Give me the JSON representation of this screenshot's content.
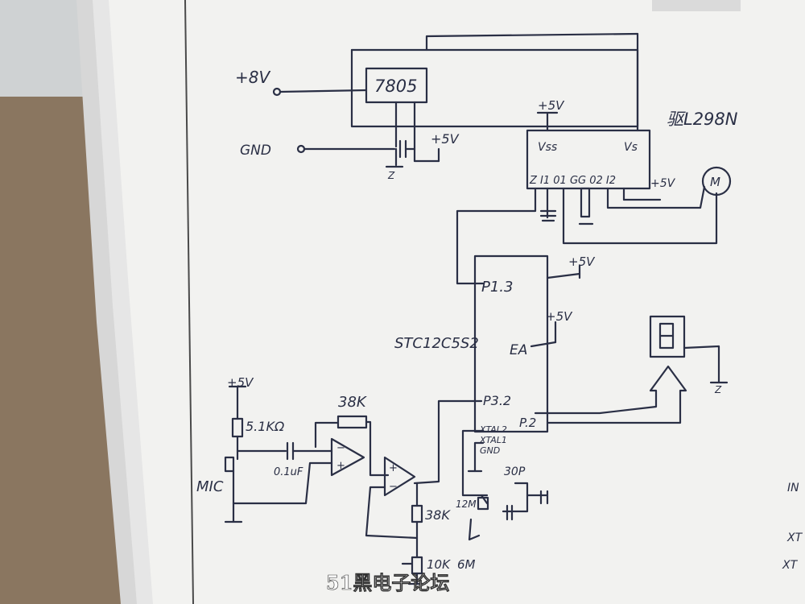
{
  "labels": {
    "plus8v": "+8V",
    "gnd_input": "GND",
    "regulator": "7805",
    "reg_out_5v": "+5V",
    "l298_name": "驱L298N",
    "l298_vss": "Vss",
    "l298_vs": "Vs",
    "l298_plus5v": "+5V",
    "l298_pins": "Z  I1  01 GG  02 I2",
    "l298_right_5v": "+5V",
    "motor": "M",
    "mcu_name": "STC12C5S2",
    "mcu_p13": "P1.3",
    "mcu_5v": "+5V",
    "mcu_ea": "EA",
    "mcu_ea_5v": "+5V",
    "mcu_p32": "P3.2",
    "mcu_p2": "P.2",
    "mcu_xtal2": "XTAL2",
    "mcu_xtal1": "XTAL1",
    "mcu_gnd": "GND",
    "cap_30p": "30P",
    "crystal_12m": "12M",
    "mic_5v": "+5V",
    "r_51k": "5.1KΩ",
    "r_38k_top": "38K",
    "cap_01uf": "0.1uF",
    "mic": "MIC",
    "r_38k_bottom": "38K",
    "pot_10k": "10K",
    "label_6m": "6M",
    "watermark": "51黑电子论坛",
    "margin_in": "IN",
    "margin_xt1": "XT",
    "margin_xt2": "XT"
  }
}
